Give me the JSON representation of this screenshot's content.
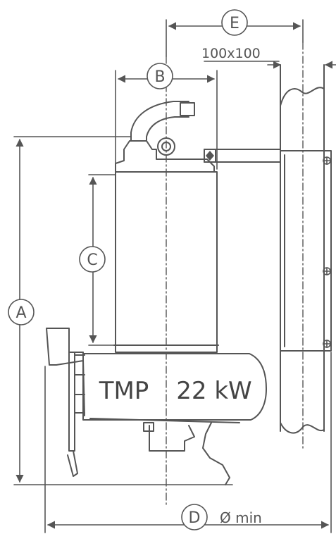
{
  "labels": {
    "a": "A",
    "b": "B",
    "c": "C",
    "d": "D",
    "e": "E"
  },
  "square_size": "100x100",
  "model": "TMP",
  "power": "22 kW",
  "diameter_note": "Ø min",
  "colors": {
    "line": "#555555",
    "body": "#ffffff",
    "text": "#444444"
  }
}
